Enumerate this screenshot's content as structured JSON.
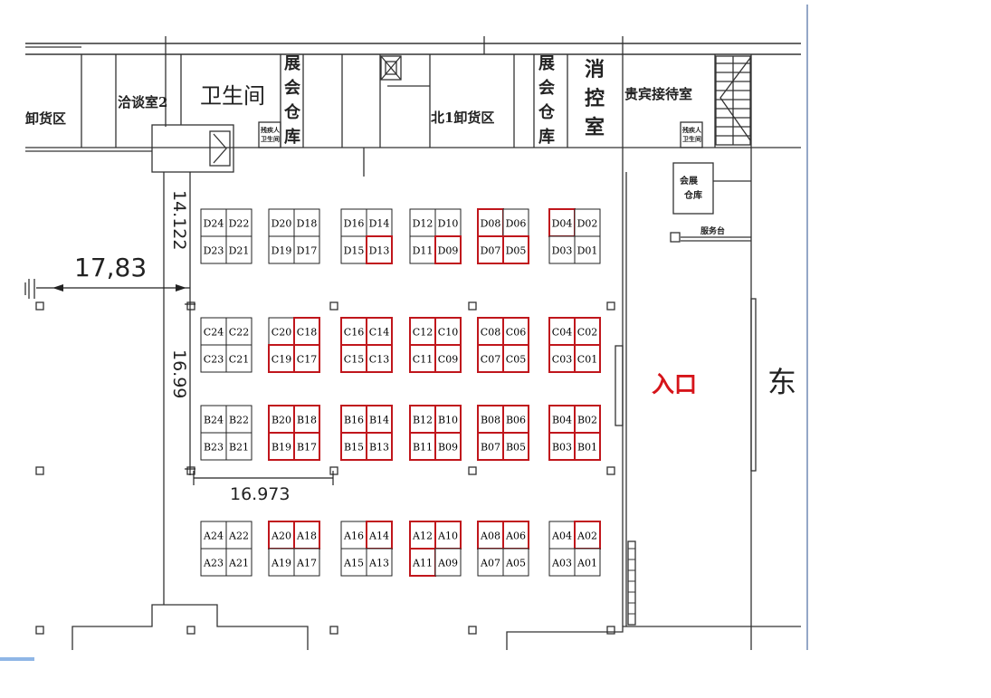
{
  "colors": {
    "booth_default": "#222222",
    "booth_highlight": "#c0161c",
    "entrance": "#d6141a",
    "wall": "#333333"
  },
  "rooms": {
    "unload_left": "卸货区",
    "reading_room": "洽谈室2",
    "restroom": "卫生间",
    "storage_1": "展会仓库",
    "north_unload": "北1卸货区",
    "storage_2": "展会仓库",
    "fire_control": "消控室",
    "vip_room": "贵宾接待室",
    "storage_3": "会展仓库",
    "service_desk": "服务台",
    "small_room_1": "残疾人卫生间",
    "small_room_2": "残疾人卫生间"
  },
  "labels": {
    "entrance": "入口",
    "east": "东"
  },
  "dimensions": {
    "horizontal_left": "17,83",
    "vertical_top": "14.122",
    "vertical_mid": "16.99",
    "horizontal_bottom": "16.973"
  },
  "booth_rows": [
    {
      "row": "D",
      "blocks": [
        {
          "cells": [
            {
              "id": "D24",
              "hl": false
            },
            {
              "id": "D22",
              "hl": false
            },
            {
              "id": "D23",
              "hl": false
            },
            {
              "id": "D21",
              "hl": false
            }
          ]
        },
        {
          "cells": [
            {
              "id": "D20",
              "hl": false
            },
            {
              "id": "D18",
              "hl": false
            },
            {
              "id": "D19",
              "hl": false
            },
            {
              "id": "D17",
              "hl": false
            }
          ]
        },
        {
          "cells": [
            {
              "id": "D16",
              "hl": false
            },
            {
              "id": "D14",
              "hl": false
            },
            {
              "id": "D15",
              "hl": false
            },
            {
              "id": "D13",
              "hl": true
            }
          ]
        },
        {
          "cells": [
            {
              "id": "D12",
              "hl": false
            },
            {
              "id": "D10",
              "hl": false
            },
            {
              "id": "D11",
              "hl": false
            },
            {
              "id": "D09",
              "hl": true
            }
          ]
        },
        {
          "cells": [
            {
              "id": "D08",
              "hl": true
            },
            {
              "id": "D06",
              "hl": false
            },
            {
              "id": "D07",
              "hl": true
            },
            {
              "id": "D05",
              "hl": true
            }
          ]
        },
        {
          "cells": [
            {
              "id": "D04",
              "hl": true
            },
            {
              "id": "D02",
              "hl": false
            },
            {
              "id": "D03",
              "hl": false
            },
            {
              "id": "D01",
              "hl": false
            }
          ]
        }
      ]
    },
    {
      "row": "C",
      "blocks": [
        {
          "cells": [
            {
              "id": "C24",
              "hl": false
            },
            {
              "id": "C22",
              "hl": false
            },
            {
              "id": "C23",
              "hl": false
            },
            {
              "id": "C21",
              "hl": false
            }
          ]
        },
        {
          "cells": [
            {
              "id": "C20",
              "hl": false
            },
            {
              "id": "C18",
              "hl": true
            },
            {
              "id": "C19",
              "hl": true
            },
            {
              "id": "C17",
              "hl": true
            }
          ]
        },
        {
          "cells": [
            {
              "id": "C16",
              "hl": true
            },
            {
              "id": "C14",
              "hl": true
            },
            {
              "id": "C15",
              "hl": true
            },
            {
              "id": "C13",
              "hl": true
            }
          ]
        },
        {
          "cells": [
            {
              "id": "C12",
              "hl": true
            },
            {
              "id": "C10",
              "hl": true
            },
            {
              "id": "C11",
              "hl": true
            },
            {
              "id": "C09",
              "hl": true
            }
          ]
        },
        {
          "cells": [
            {
              "id": "C08",
              "hl": true
            },
            {
              "id": "C06",
              "hl": true
            },
            {
              "id": "C07",
              "hl": true
            },
            {
              "id": "C05",
              "hl": true
            }
          ]
        },
        {
          "cells": [
            {
              "id": "C04",
              "hl": true
            },
            {
              "id": "C02",
              "hl": true
            },
            {
              "id": "C03",
              "hl": true
            },
            {
              "id": "C01",
              "hl": true
            }
          ]
        }
      ]
    },
    {
      "row": "B",
      "blocks": [
        {
          "cells": [
            {
              "id": "B24",
              "hl": false
            },
            {
              "id": "B22",
              "hl": false
            },
            {
              "id": "B23",
              "hl": false
            },
            {
              "id": "B21",
              "hl": false
            }
          ]
        },
        {
          "cells": [
            {
              "id": "B20",
              "hl": true
            },
            {
              "id": "B18",
              "hl": true
            },
            {
              "id": "B19",
              "hl": true
            },
            {
              "id": "B17",
              "hl": true
            }
          ]
        },
        {
          "cells": [
            {
              "id": "B16",
              "hl": true
            },
            {
              "id": "B14",
              "hl": true
            },
            {
              "id": "B15",
              "hl": true
            },
            {
              "id": "B13",
              "hl": true
            }
          ]
        },
        {
          "cells": [
            {
              "id": "B12",
              "hl": true
            },
            {
              "id": "B10",
              "hl": true
            },
            {
              "id": "B11",
              "hl": true
            },
            {
              "id": "B09",
              "hl": true
            }
          ]
        },
        {
          "cells": [
            {
              "id": "B08",
              "hl": true
            },
            {
              "id": "B06",
              "hl": true
            },
            {
              "id": "B07",
              "hl": true
            },
            {
              "id": "B05",
              "hl": true
            }
          ]
        },
        {
          "cells": [
            {
              "id": "B04",
              "hl": true
            },
            {
              "id": "B02",
              "hl": true
            },
            {
              "id": "B03",
              "hl": true
            },
            {
              "id": "B01",
              "hl": true
            }
          ]
        }
      ]
    },
    {
      "row": "A",
      "blocks": [
        {
          "cells": [
            {
              "id": "A24",
              "hl": false
            },
            {
              "id": "A22",
              "hl": false
            },
            {
              "id": "A23",
              "hl": false
            },
            {
              "id": "A21",
              "hl": false
            }
          ]
        },
        {
          "cells": [
            {
              "id": "A20",
              "hl": true
            },
            {
              "id": "A18",
              "hl": true
            },
            {
              "id": "A19",
              "hl": false
            },
            {
              "id": "A17",
              "hl": false
            }
          ]
        },
        {
          "cells": [
            {
              "id": "A16",
              "hl": false
            },
            {
              "id": "A14",
              "hl": true
            },
            {
              "id": "A15",
              "hl": false
            },
            {
              "id": "A13",
              "hl": false
            }
          ]
        },
        {
          "cells": [
            {
              "id": "A12",
              "hl": true
            },
            {
              "id": "A10",
              "hl": true
            },
            {
              "id": "A11",
              "hl": true
            },
            {
              "id": "A09",
              "hl": false
            }
          ]
        },
        {
          "cells": [
            {
              "id": "A08",
              "hl": true
            },
            {
              "id": "A06",
              "hl": true
            },
            {
              "id": "A07",
              "hl": false
            },
            {
              "id": "A05",
              "hl": false
            }
          ]
        },
        {
          "cells": [
            {
              "id": "A04",
              "hl": false
            },
            {
              "id": "A02",
              "hl": true
            },
            {
              "id": "A03",
              "hl": false
            },
            {
              "id": "A01",
              "hl": false
            }
          ]
        }
      ]
    }
  ]
}
